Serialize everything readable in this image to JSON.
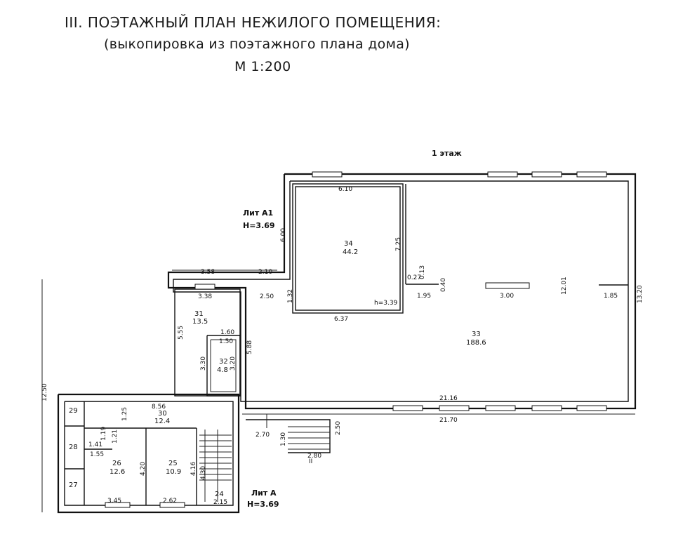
{
  "header": {
    "title": "III. ПОЭТАЖНЫЙ ПЛАН НЕЖИЛОГО ПОМЕЩЕНИЯ:",
    "subtitle": "(выкопировка из поэтажного плана дома)",
    "scale": "М 1:200"
  },
  "plan": {
    "floor_label": "1 этаж",
    "lit_a1": "Лит А1",
    "h_a1": "Н=3.69",
    "lit_a": "Лит А",
    "h_a": "Н=3.69",
    "entrance": "II",
    "h_room34": "h=3.39",
    "rooms": [
      {
        "num": "34",
        "area": "44.2"
      },
      {
        "num": "33",
        "area": "188.6"
      },
      {
        "num": "31",
        "area": "13.5"
      },
      {
        "num": "32",
        "area": "4.8"
      },
      {
        "num": "30",
        "area": "12.4"
      },
      {
        "num": "26",
        "area": "12.6"
      },
      {
        "num": "25",
        "area": "10.9"
      },
      {
        "num": "24",
        "area": ""
      },
      {
        "num": "27",
        "area": ""
      },
      {
        "num": "28",
        "area": ""
      },
      {
        "num": "29",
        "area": ""
      }
    ],
    "dims": {
      "d610": "6.10",
      "d600": "6.00",
      "d725": "7.25",
      "d637": "6.37",
      "d132": "1.32",
      "d358": "3.58",
      "d210": "2.10",
      "d250": "2.50",
      "d338": "3.38",
      "d555": "5.55",
      "d160": "1.60",
      "d150": "1.50",
      "d588": "5.88",
      "d330": "3.30",
      "d320": "3.20",
      "d027": "0.27",
      "d013": "0.13",
      "d040": "0.40",
      "d195": "1.95",
      "d300": "3.00",
      "d1201": "12.01",
      "d185": "1.85",
      "d1320": "13.20",
      "d2116": "21.16",
      "d2170": "21.70",
      "d1250": "12.50",
      "d856": "8.56",
      "d125": "1.25",
      "d119": "1.19",
      "d121": "1.21",
      "d141": "1.41",
      "d155": "1.55",
      "d420": "4.20",
      "d416": "4.16",
      "d430": "4.30",
      "d345": "3.45",
      "d262": "2.62",
      "d215": "2.15",
      "d270": "2.70",
      "d130": "1.30",
      "d280": "2.80",
      "d250b": "2.50"
    }
  }
}
